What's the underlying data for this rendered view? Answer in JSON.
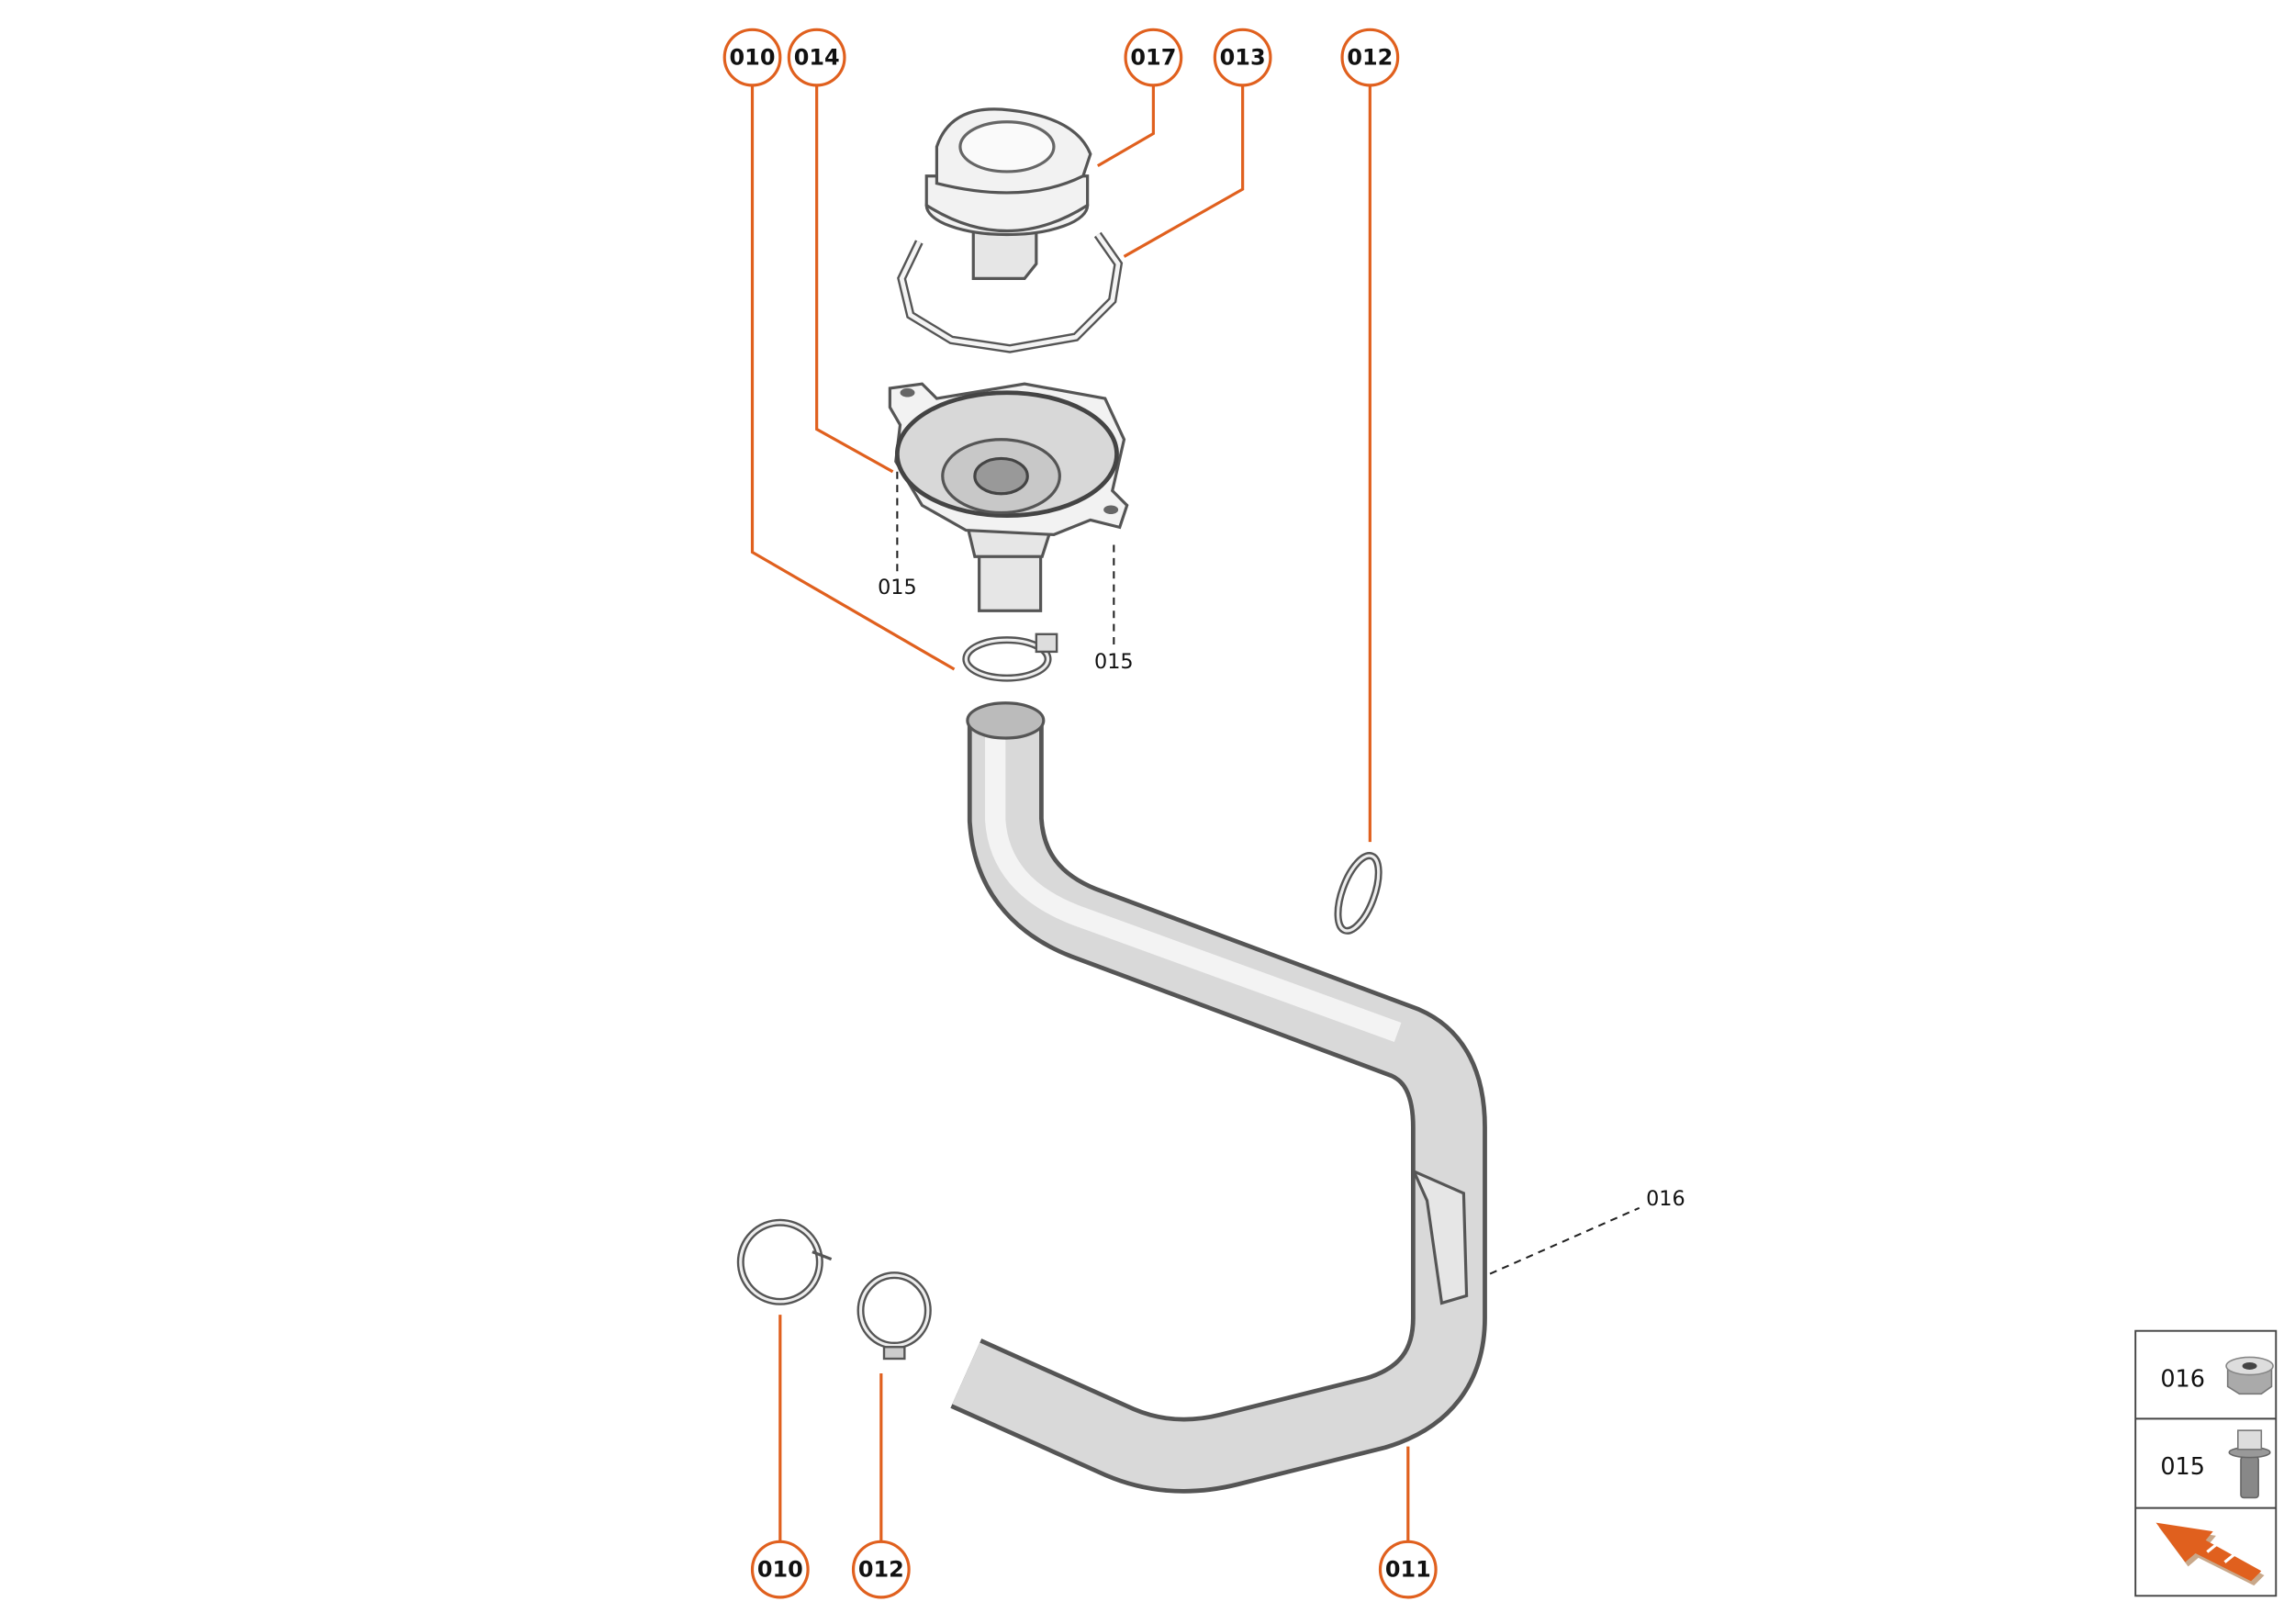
{
  "callouts": {
    "top": [
      "010",
      "014",
      "017",
      "013",
      "012"
    ],
    "bottom": [
      "010",
      "012",
      "011"
    ]
  },
  "part_labels": {
    "screw_left": "015",
    "screw_right": "015",
    "nut": "016"
  },
  "legend": {
    "rows": [
      {
        "code": "016",
        "icon": "flange-nut-icon"
      },
      {
        "code": "015",
        "icon": "flange-bolt-icon"
      },
      {
        "code": "",
        "icon": "orange-direction-arrow-icon"
      }
    ]
  },
  "colors": {
    "accent": "#e0601e",
    "part_fill": "#e6e6e6",
    "outline": "#555555"
  }
}
